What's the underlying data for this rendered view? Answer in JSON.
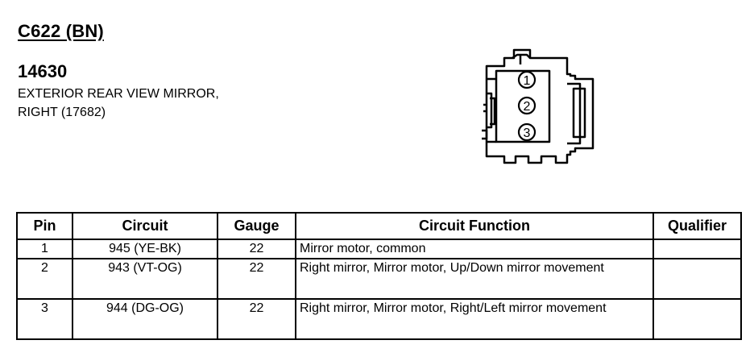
{
  "header": {
    "connector": "C622 (BN)",
    "part_number": "14630",
    "description_line1": "EXTERIOR REAR VIEW MIRROR,",
    "description_line2": "RIGHT (17682)"
  },
  "diagram": {
    "pins": [
      "1",
      "2",
      "3"
    ]
  },
  "table": {
    "columns": [
      "Pin",
      "Circuit",
      "Gauge",
      "Circuit Function",
      "Qualifier"
    ],
    "rows": [
      {
        "pin": "1",
        "circuit": "945 (YE-BK)",
        "gauge": "22",
        "function": "Mirror motor, common",
        "qualifier": ""
      },
      {
        "pin": "2",
        "circuit": "943 (VT-OG)",
        "gauge": "22",
        "function": "Right mirror, Mirror motor, Up/Down mirror movement",
        "qualifier": ""
      },
      {
        "pin": "3",
        "circuit": "944 (DG-OG)",
        "gauge": "22",
        "function": "Right mirror, Mirror motor, Right/Left mirror movement",
        "qualifier": ""
      }
    ]
  }
}
